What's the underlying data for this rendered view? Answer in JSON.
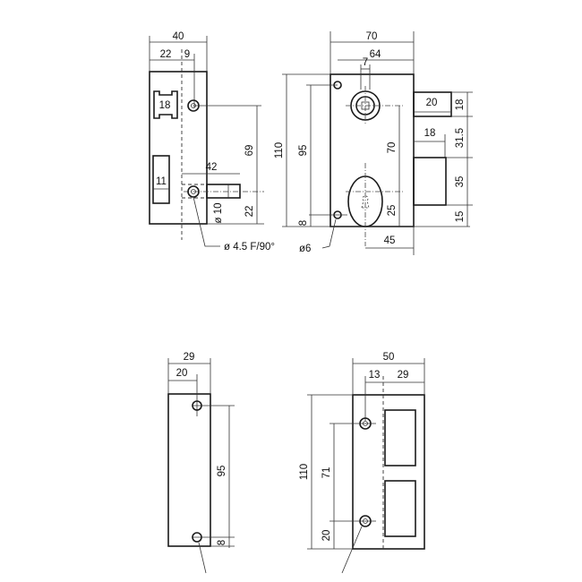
{
  "views": {
    "side_view": {
      "width_total": "40",
      "width_a": "22",
      "width_b": "9",
      "bolt_height": "18",
      "slot_width": "11",
      "bolt_throw": "42",
      "hole_to_top": "69",
      "bolt_dia": "ø 10",
      "bolt_from_bottom": "22",
      "screw_note": "ø 4.5 F/90°"
    },
    "front_view": {
      "width_total": "70",
      "width_inner": "64",
      "square_spindle": "7",
      "latch_width": "20",
      "latch_height": "18",
      "gap_height": "31.5",
      "bolt_width": "18",
      "bolt_height": "35",
      "bolt_bottom": "15",
      "height_total": "110",
      "hole_spacing": "95",
      "spindle_to_key": "70",
      "key_from_bottom": "25",
      "hole_from_bottom": "8",
      "hole_dia": "ø6",
      "key_offset": "45"
    },
    "keeper_side": {
      "width_total": "29",
      "width_a": "20",
      "hole_spacing": "95",
      "hole_from_bottom": "8"
    },
    "keeper_front": {
      "width_total": "50",
      "width_a": "13",
      "width_b": "29",
      "height_total": "110",
      "hole_spacing": "71",
      "hole_from_bottom": "20"
    }
  }
}
